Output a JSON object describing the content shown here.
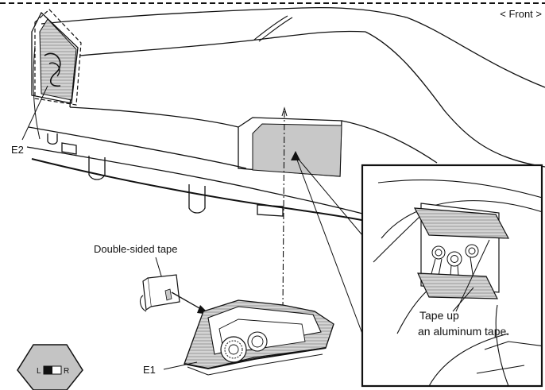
{
  "header": {
    "view_label": "< Front >"
  },
  "callouts": {
    "e1": "E1",
    "e2": "E2",
    "double_sided_tape": "Double-sided tape",
    "tape_up_line1": "Tape up",
    "tape_up_line2": "an aluminum tape."
  },
  "badge": {
    "left": "L",
    "right": "R"
  },
  "colors": {
    "line": "#111111",
    "shade": "#c8c8c8",
    "background": "#ffffff"
  }
}
